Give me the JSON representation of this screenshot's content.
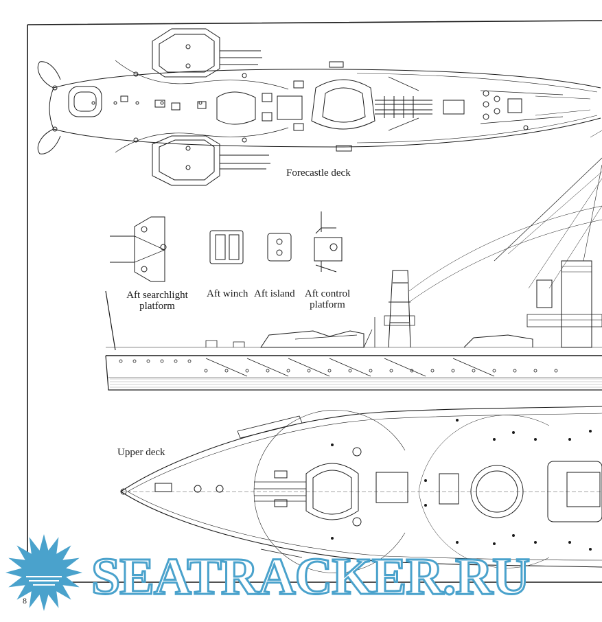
{
  "labels": {
    "forecastle_deck": "Forecastle deck",
    "aft_searchlight_line1": "Aft searchlight",
    "aft_searchlight_line2": "platform",
    "aft_winch": "Aft winch",
    "aft_island": "Aft island",
    "aft_control_line1": "Aft control",
    "aft_control_line2": "platform",
    "upper_deck": "Upper deck"
  },
  "page_number": "8",
  "watermark": "SEATRACKER.RU",
  "colors": {
    "ink": "#1a1a1a",
    "watermark": "#4aa2cc",
    "paper": "#ffffff"
  }
}
